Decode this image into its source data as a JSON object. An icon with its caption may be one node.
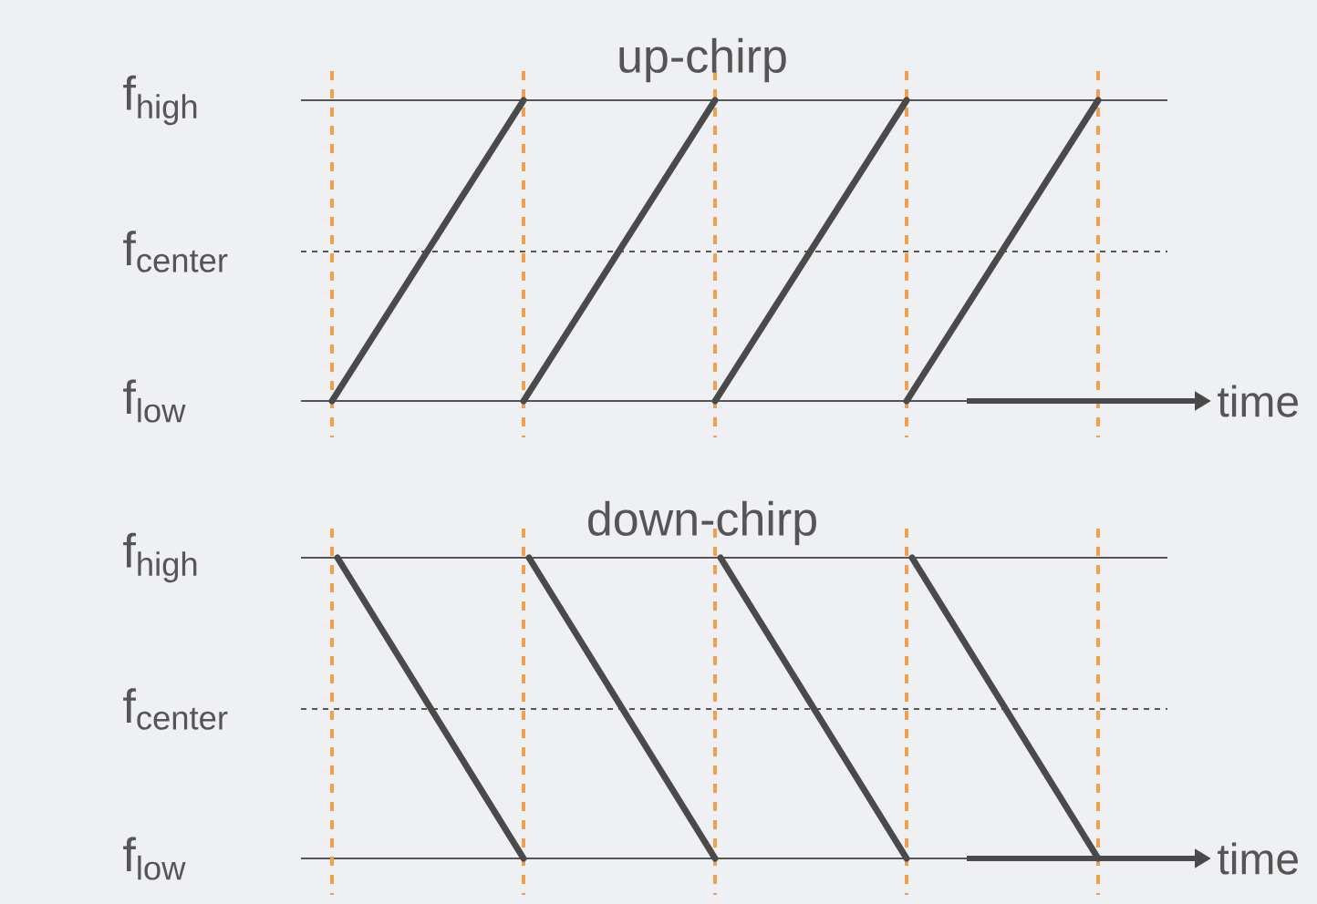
{
  "diagram": {
    "labels": [
      "up-chirp",
      "f$_{high}$",
      "f$_{center}$",
      "f$_{low}$",
      "time",
      "down-chirp",
      "f$_{high}$",
      "f$_{center}$",
      "f$_{low}$",
      "time"
    ]
  }
}
